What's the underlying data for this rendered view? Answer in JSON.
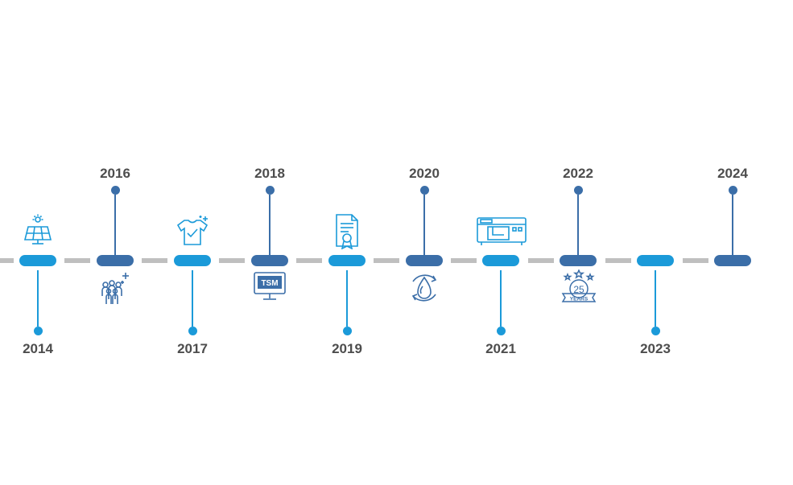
{
  "timeline": {
    "colors": {
      "light_blue": "#1b9ad9",
      "dark_blue": "#3b6ea8",
      "track_gray": "#bfbfbf",
      "year_text": "#4d4d4d"
    },
    "milestones": [
      {
        "year": "2014",
        "side": "below",
        "tone": "light",
        "icon": "solar-panel-icon"
      },
      {
        "year": "2016",
        "side": "above",
        "tone": "dark",
        "icon": "people-group-icon"
      },
      {
        "year": "2017",
        "side": "below",
        "tone": "light",
        "icon": "tshirt-icon"
      },
      {
        "year": "2018",
        "side": "above",
        "tone": "dark",
        "icon": "tsm-monitor-icon",
        "icon_text": "TSM"
      },
      {
        "year": "2019",
        "side": "below",
        "tone": "light",
        "icon": "certificate-icon"
      },
      {
        "year": "2020",
        "side": "above",
        "tone": "dark",
        "icon": "water-drop-cycle-icon"
      },
      {
        "year": "2021",
        "side": "below",
        "tone": "light",
        "icon": "printer-icon"
      },
      {
        "year": "2022",
        "side": "above",
        "tone": "dark",
        "icon": "anniversary-badge-icon",
        "icon_text": "25",
        "icon_subtext": "YEARS"
      },
      {
        "year": "2023",
        "side": "below",
        "tone": "light",
        "icon": ""
      },
      {
        "year": "2024",
        "side": "above",
        "tone": "dark",
        "icon": ""
      }
    ]
  }
}
